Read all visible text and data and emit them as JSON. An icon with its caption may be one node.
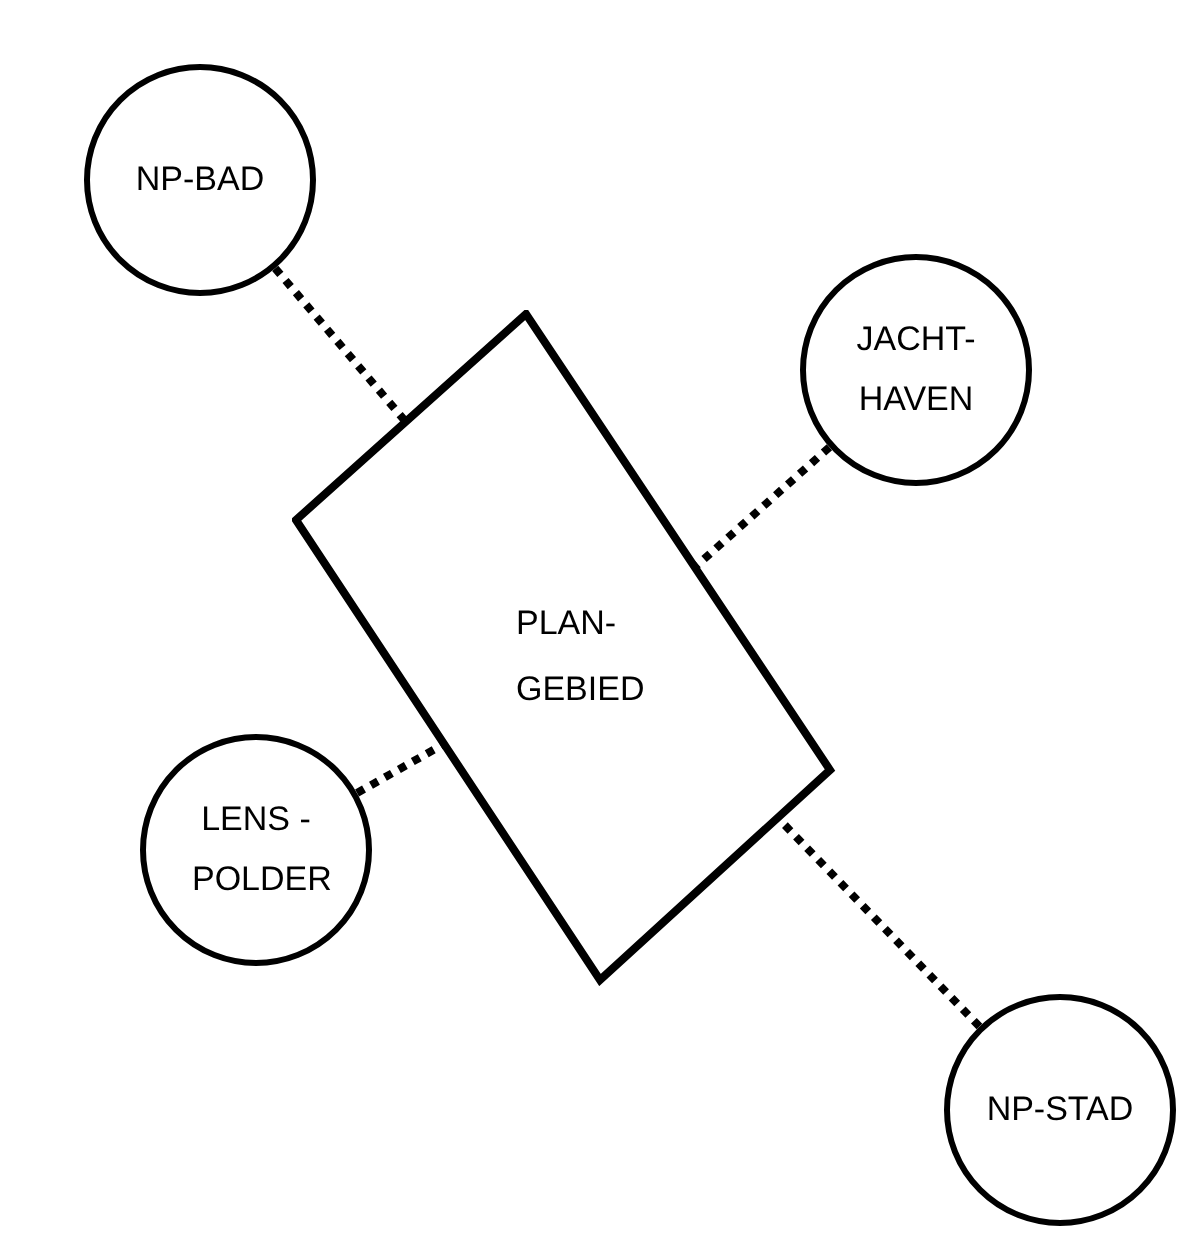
{
  "diagram": {
    "nodes": [
      {
        "text": [
          "NP-BAD"
        ]
      },
      {
        "text": [
          "JACHT- HAVEN"
        ]
      },
      {
        "text": [
          "PLAN- GEBIED"
        ]
      },
      {
        "text": [
          "LENS - POLDER"
        ]
      },
      {
        "text": [
          "NP-STAD"
        ]
      }
    ],
    "edges": [
      {
        "from": 0,
        "to": 2,
        "arrow": "none",
        "style": "dashed"
      },
      {
        "from": 1,
        "to": 2,
        "arrow": "none",
        "style": "dashed"
      },
      {
        "from": 3,
        "to": 2,
        "arrow": "none",
        "style": "dashed"
      },
      {
        "from": 4,
        "to": 2,
        "arrow": "none",
        "style": "dashed"
      }
    ]
  }
}
